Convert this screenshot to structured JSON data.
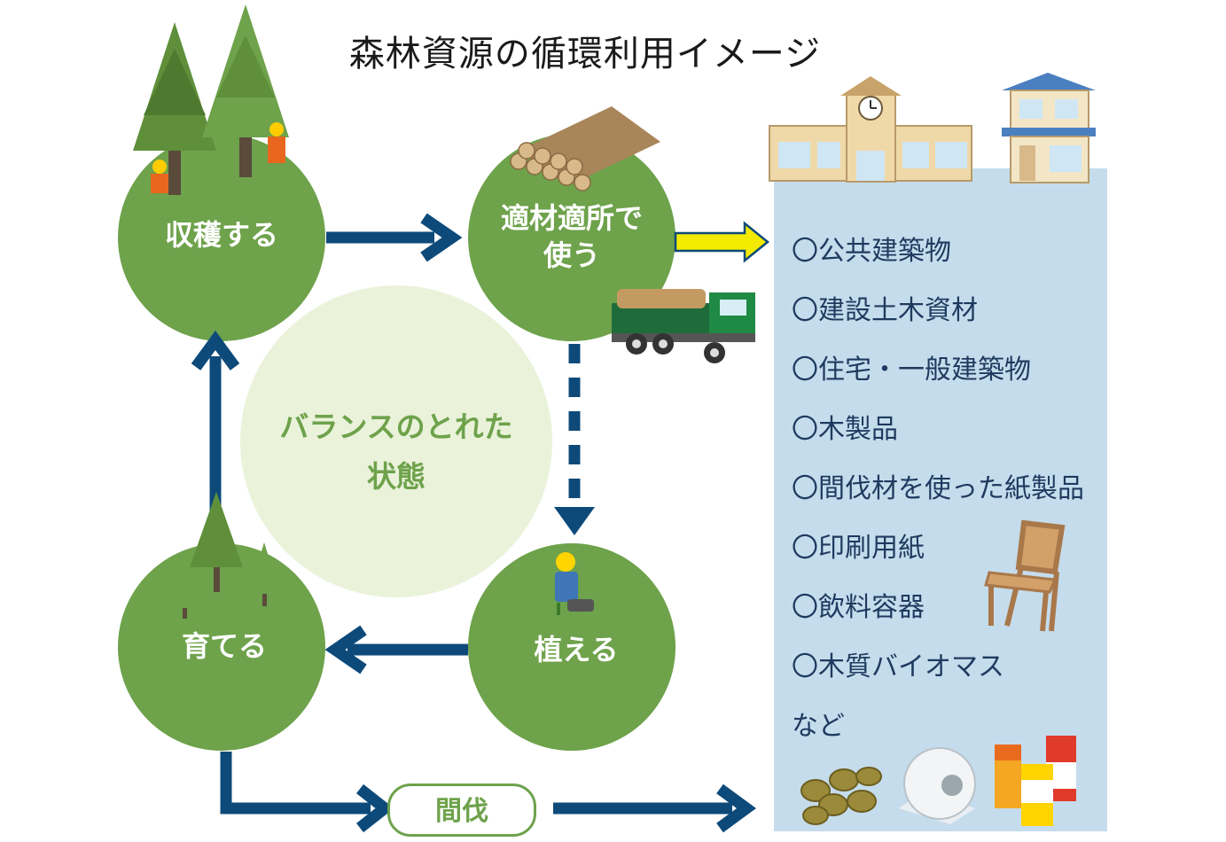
{
  "title": "森林資源の循環利用イメージ",
  "cycle": {
    "harvest": "収穫する",
    "use_line1": "適材適所で",
    "use_line2": "使う",
    "plant": "植える",
    "grow": "育てる"
  },
  "balance": {
    "line1": "バランスのとれた",
    "line2": "状態"
  },
  "thinning_label": "間伐",
  "uses": [
    "〇公共建築物",
    "〇建設土木資材",
    "〇住宅・一般建築物",
    "〇木製品",
    "〇間伐材を使った紙製品",
    "〇印刷用紙",
    "〇飲料容器",
    "〇木質バイオマス",
    "など"
  ],
  "colors": {
    "circle_green": "#6ea24b",
    "balance_fill": "#eaf2da",
    "arrow_navy": "#0d4a7a",
    "panel_blue": "#c5dcec",
    "highlight_yellow": "#f2ea00"
  }
}
